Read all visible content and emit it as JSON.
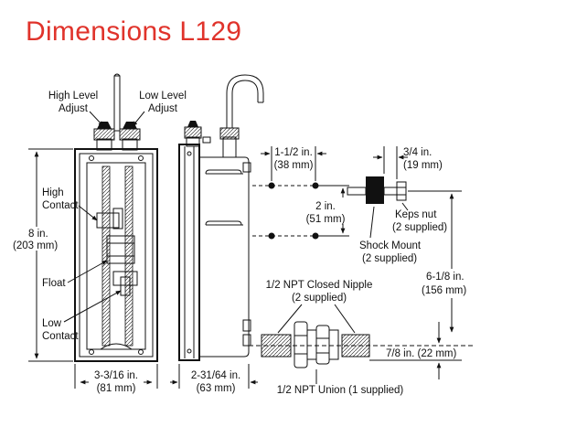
{
  "title": "Dimensions L129",
  "colors": {
    "title": "#e0332b",
    "ink": "#111111",
    "fill": "#ffffff"
  },
  "labels": {
    "high_level_adjust": [
      "High Level",
      "Adjust"
    ],
    "low_level_adjust": [
      "Low Level",
      "Adjust"
    ],
    "high_contact": [
      "High",
      "Contact"
    ],
    "float": "Float",
    "low_contact": [
      "Low",
      "Contact"
    ],
    "height_8": [
      "8 in.",
      "(203 mm)"
    ],
    "width_3_3_16": [
      "3-3/16 in.",
      "(81 mm)"
    ],
    "width_2_31_64": [
      "2-31/64 in.",
      "(63 mm)"
    ],
    "spacing_1_1_2": [
      "1-1/2 in.",
      "(38 mm)"
    ],
    "spacing_2": [
      "2 in.",
      "(51 mm)"
    ],
    "spacing_3_4": [
      "3/4 in.",
      "(19 mm)"
    ],
    "keps_nut": [
      "Keps nut",
      "(2 supplied)"
    ],
    "shock_mount": [
      "Shock Mount",
      "(2 supplied)"
    ],
    "height_6_1_8": [
      "6-1/8 in.",
      "(156 mm)"
    ],
    "closed_nipple": [
      "1/2 NPT Closed Nipple",
      "(2 supplied)"
    ],
    "height_7_8": "7/8 in. (22 mm)",
    "union": "1/2 NPT Union (1 supplied)"
  }
}
